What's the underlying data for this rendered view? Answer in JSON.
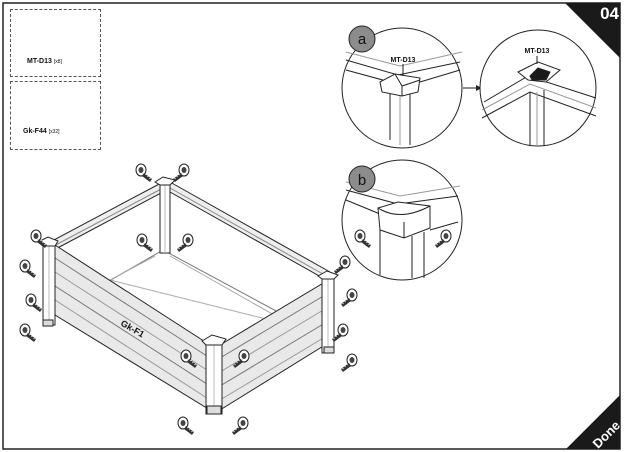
{
  "step": {
    "number": "04",
    "done_label": "Done"
  },
  "parts": [
    {
      "code": "MT-D13",
      "qty": "[x8]",
      "icon": "corner-cap-icon"
    },
    {
      "code": "Gk-F44",
      "qty": "[x32]",
      "icon": "screw-icon"
    }
  ],
  "details": [
    {
      "marker": "a",
      "callout_before": "MT-D13",
      "callout_after": "MT-D13"
    },
    {
      "marker": "b"
    }
  ],
  "main_drawing": {
    "panel_label": "Gk-F1"
  },
  "colors": {
    "line": "#222222",
    "panel_gray": "#e9e9e9",
    "marker_fill": "#8c8c8c",
    "corner_fill": "#1a1a1a"
  }
}
